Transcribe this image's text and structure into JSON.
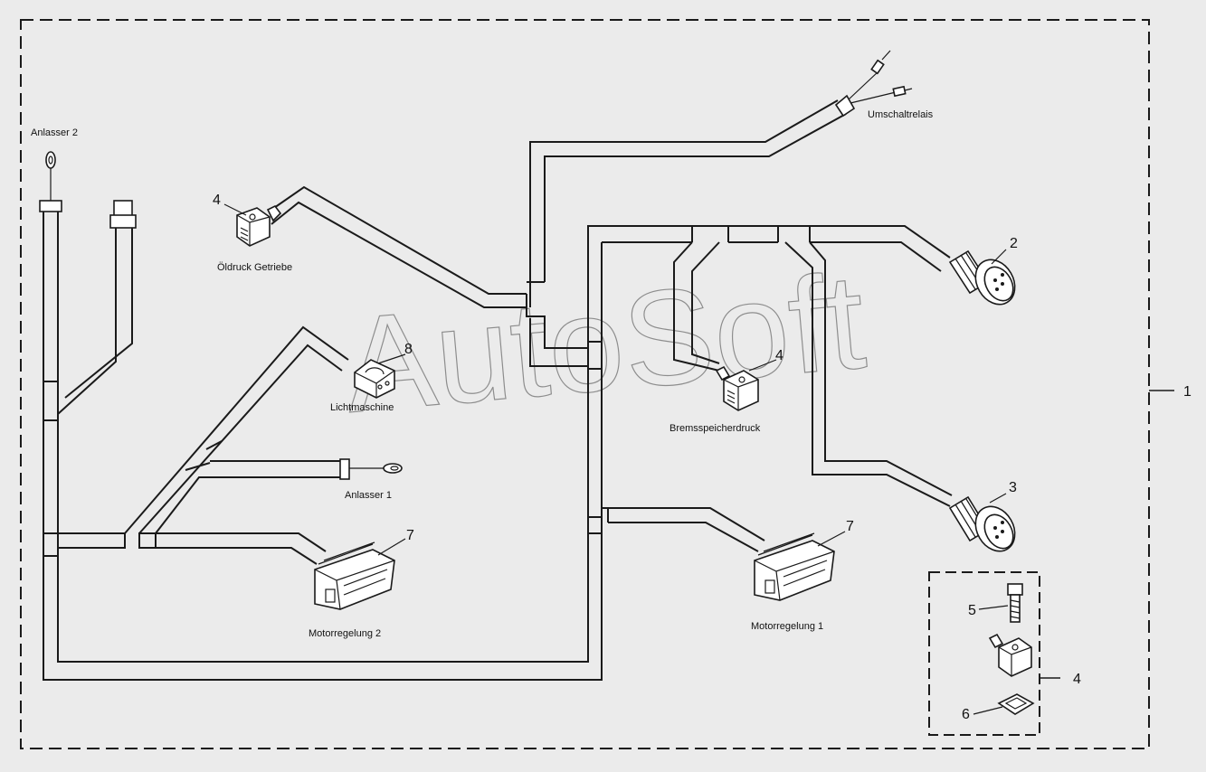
{
  "watermark": "AutoSoft",
  "labels": {
    "anlasser2": "Anlasser 2",
    "oeldruck": "Öldruck Getriebe",
    "umschaltrelais": "Umschaltrelais",
    "lichtmaschine": "Lichtmaschine",
    "bremsspeicherdruck": "Bremsspeicherdruck",
    "anlasser1": "Anlasser 1",
    "motorregelung2": "Motorregelung 2",
    "motorregelung1": "Motorregelung 1"
  },
  "callouts": {
    "harness": "1",
    "connector_round_upper": "2",
    "connector_round_lower": "3",
    "valve_plug_oeldruck": "4",
    "valve_plug_brems": "4",
    "detail_box": "4",
    "screw": "5",
    "gasket": "6",
    "ecu_plug_2": "7",
    "ecu_plug_1": "7",
    "alternator_plug": "8"
  }
}
